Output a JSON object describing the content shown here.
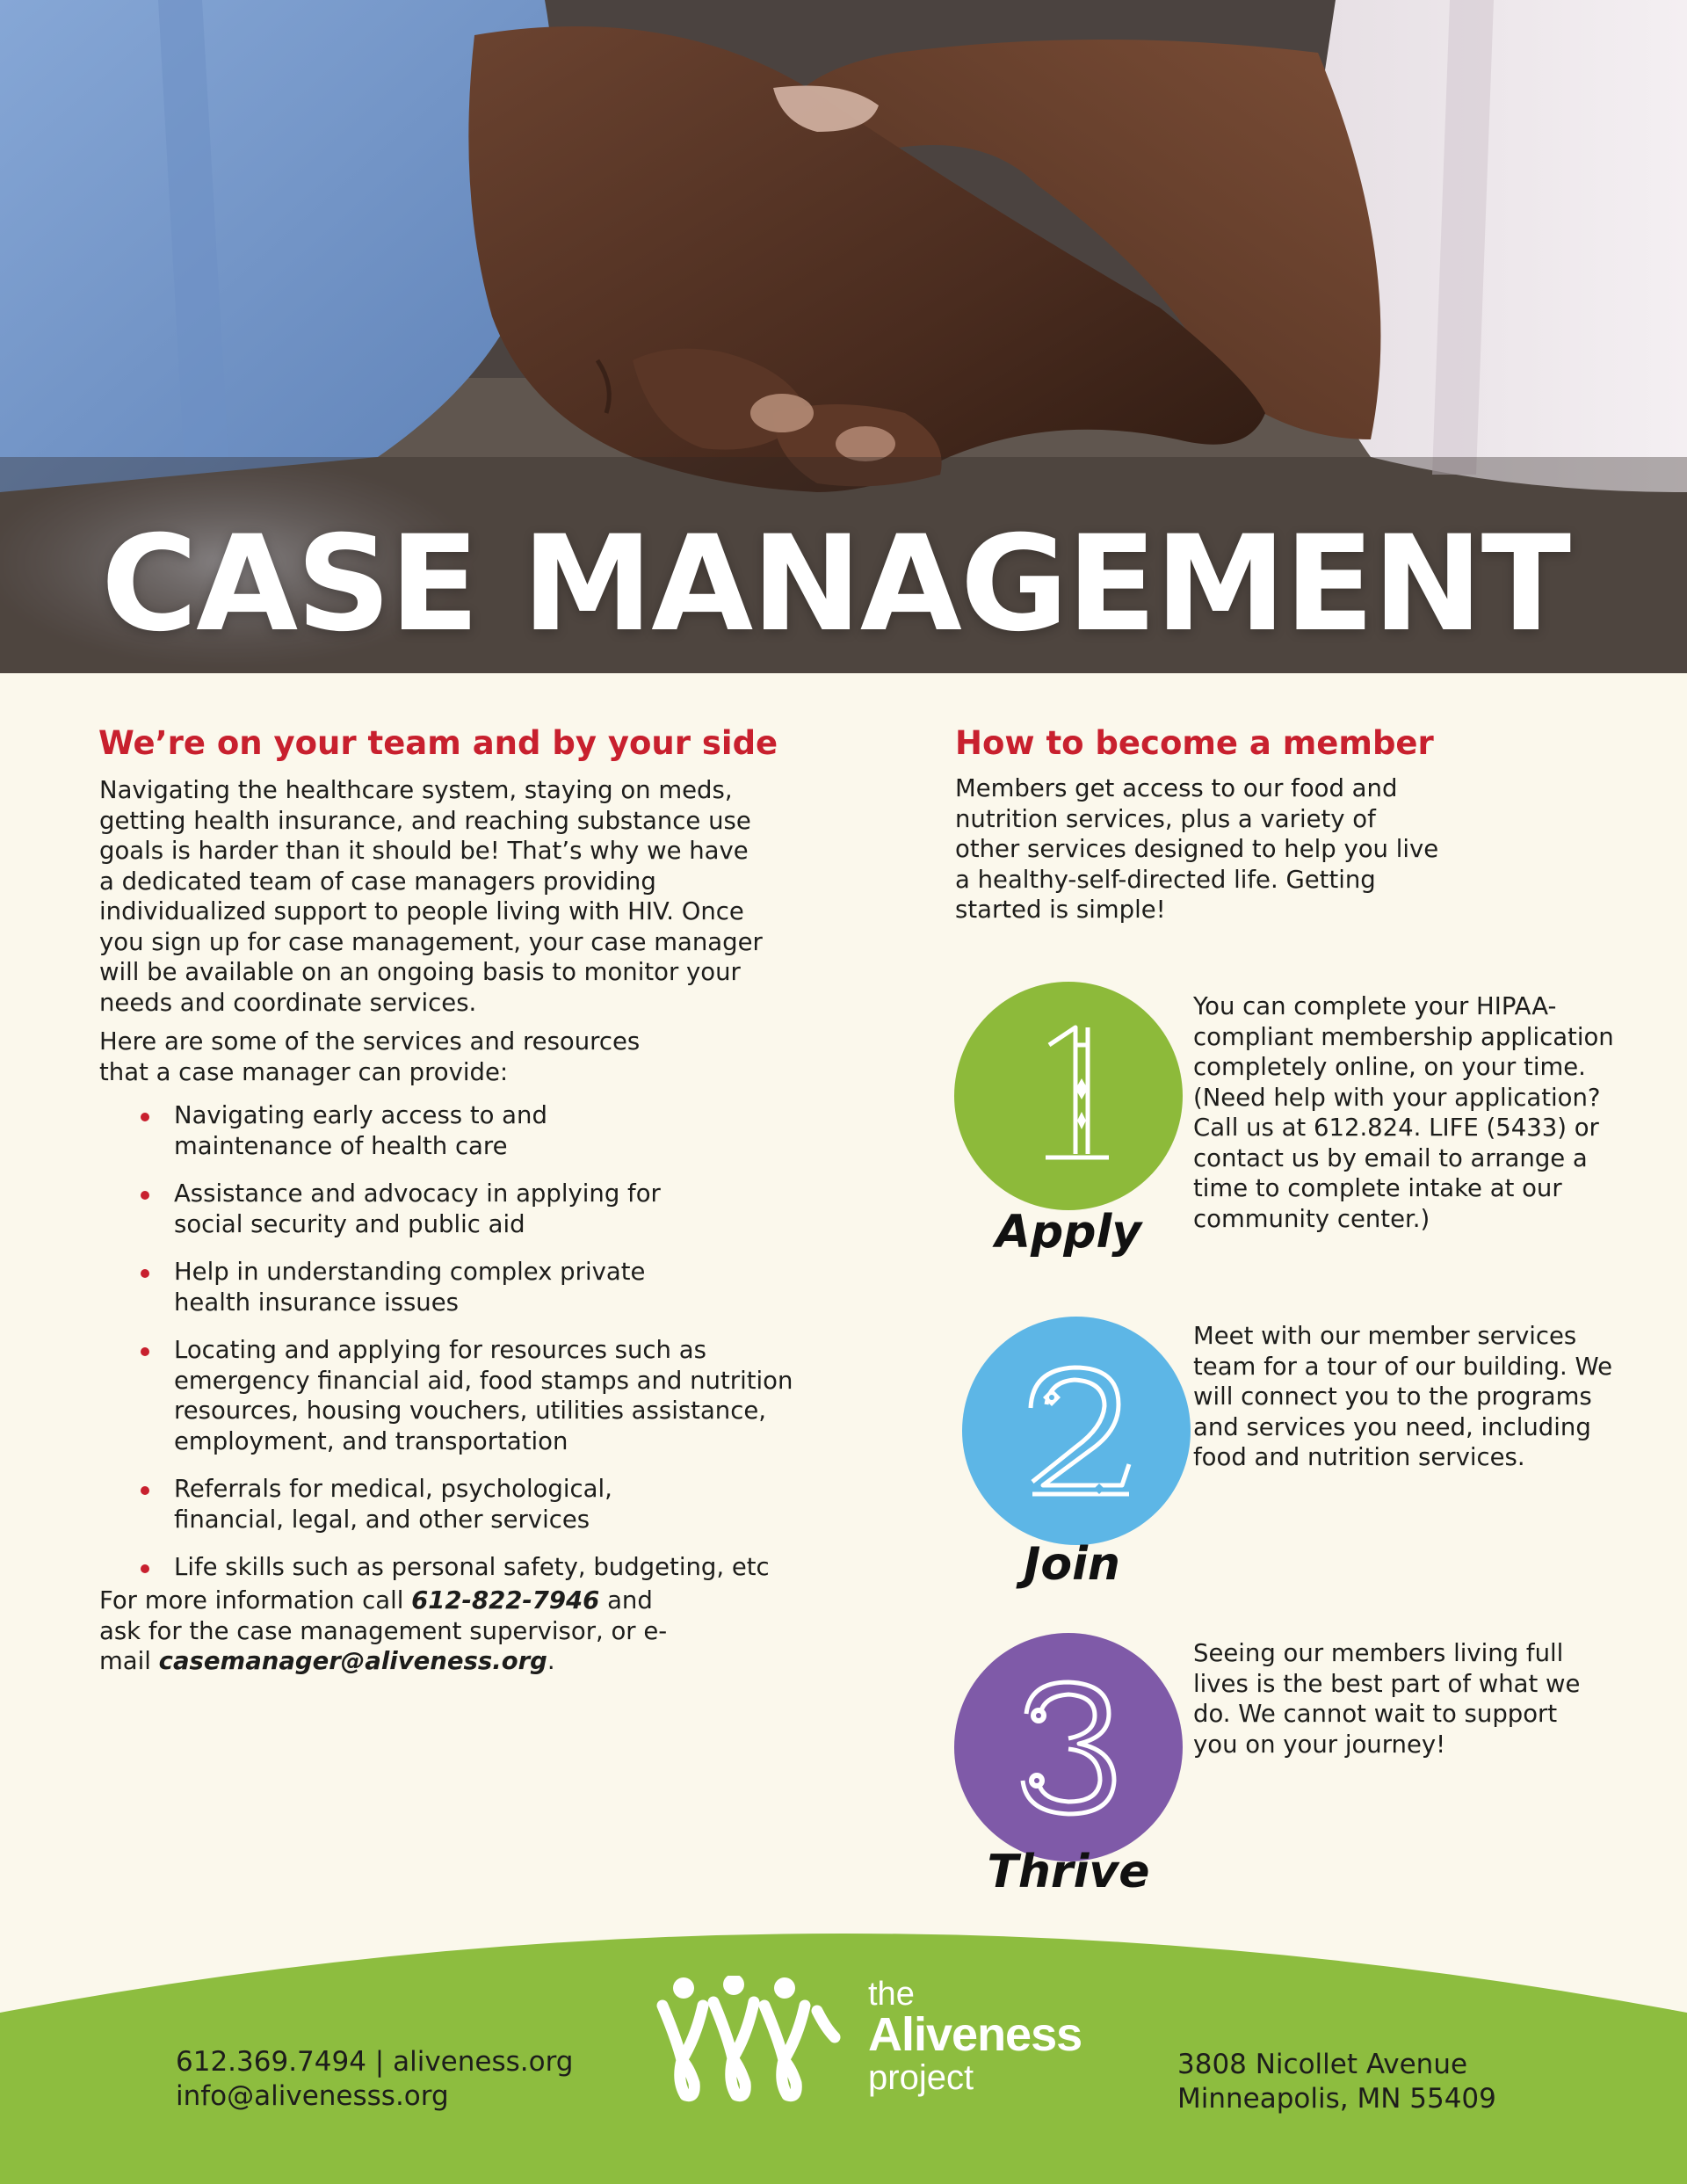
{
  "hero": {
    "title": "CASE MANAGEMENT"
  },
  "left": {
    "heading": "We’re on your team and by your side",
    "intro": "Navigating the healthcare system, staying on meds, getting health insurance, and reaching substance use goals is harder than it should be! That’s why we have a dedicated team of case managers providing individualized support to people living with HIV. Once you sign up for case management, your case manager will be available on an ongoing basis to monitor your needs and coordinate services.",
    "services_intro": "Here are some of the services and resources that a case manager can provide:",
    "services": [
      "Navigating early access to and maintenance of health care",
      "Assistance and advocacy in applying for social security and public aid",
      "Help in understanding complex private health insurance issues",
      "Locating and applying for resources such as emergency financial aid, food stamps and nutrition resources, housing vouchers, utilities assistance, employment, and transportation",
      "Referrals for medical, psychological, financial, legal, and other services",
      "Life skills such as personal safety, budgeting, etc"
    ],
    "contact": {
      "text1": "For more information call ",
      "phone": "612-822-7946",
      "text2": " and ask for the case management supervisor, or e-mail ",
      "email": "casemanager@aliveness.org",
      "text3": "."
    }
  },
  "right": {
    "heading": "How to become a member",
    "intro": "Members get access to our food and nutrition services, plus a variety of other services designed to help you live a healthy-self-directed life. Getting started is simple!",
    "steps": [
      {
        "number": "1",
        "label": "Apply",
        "color": "#8dba3a",
        "text": "You can complete your HIPAA-compliant membership application completely online, on your time. (Need help with your application? Call us at 612.824. LIFE (5433) or contact us by email to arrange a time to complete intake at our community center.)"
      },
      {
        "number": "2",
        "label": "Join",
        "color": "#5db6e6",
        "text": "Meet with our member services team for a tour of our building. We will connect you to the programs and services you need, including food and nutrition services."
      },
      {
        "number": "3",
        "label": "Thrive",
        "color": "#7f5aa8",
        "text": "Seeing our members living full lives is the best part of what we do. We cannot wait to support you on your journey!"
      }
    ]
  },
  "footer": {
    "color": "#8dbd3f",
    "left_line1": "612.369.7494 | aliveness.org",
    "left_line2": "info@alivenesss.org",
    "logo_the": "the",
    "logo_name": "Aliveness",
    "logo_project": "project",
    "right_line1": "3808 Nicollet Avenue",
    "right_line2": "Minneapolis, MN 55409"
  },
  "colors": {
    "accent_red": "#c8202e",
    "page_bg": "#fbf8ec"
  }
}
